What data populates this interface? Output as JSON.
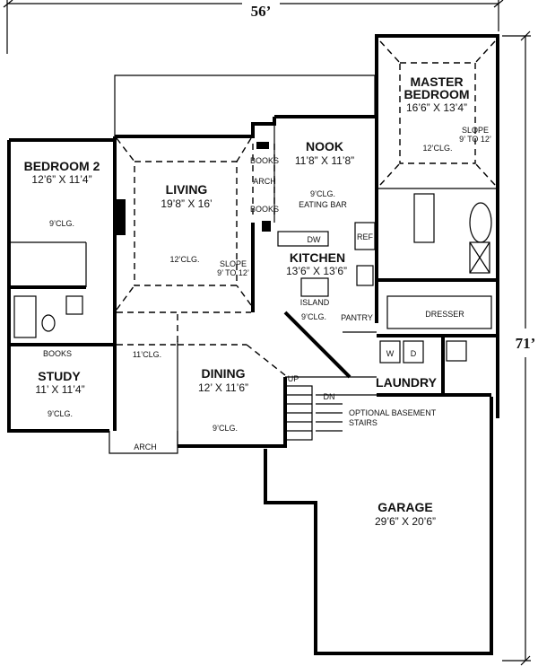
{
  "overall": {
    "width": "56’",
    "depth": "71’"
  },
  "rooms": {
    "master_bedroom": {
      "name_line1": "MASTER",
      "name_line2": "BEDROOM",
      "size": "16’6” X 13’4”",
      "ceiling": "12’CLG.",
      "slope_line1": "SLOPE",
      "slope_line2": "9’ TO 12’"
    },
    "bedroom2": {
      "name": "BEDROOM 2",
      "size": "12’6” X 11’4”",
      "ceiling": "9’CLG."
    },
    "living": {
      "name": "LIVING",
      "size": "19’8” X 16’",
      "ceiling": "12’CLG.",
      "slope_line1": "SLOPE",
      "slope_line2": "9’ TO 12’"
    },
    "nook": {
      "name": "NOOK",
      "size": "11’8” X 11’8”",
      "ceiling": "9’CLG.",
      "eating_bar": "EATING BAR"
    },
    "kitchen": {
      "name": "KITCHEN",
      "size": "13’6” X 13’6”",
      "island": "ISLAND",
      "ceiling": "9’CLG.",
      "pantry": "PANTRY",
      "dw": "DW",
      "ref": "REF"
    },
    "study": {
      "name": "STUDY",
      "size": "11’ X 11’4”",
      "ceiling": "9’CLG.",
      "books": "BOOKS"
    },
    "foyer": {
      "ceiling": "11’CLG.",
      "arch": "ARCH"
    },
    "dining": {
      "name": "DINING",
      "size": "12’ X 11’6”",
      "ceiling": "9’CLG."
    },
    "laundry": {
      "name": "LAUNDRY",
      "washer": "W",
      "dryer": "D"
    },
    "closet": {
      "dresser": "DRESSER"
    },
    "garage": {
      "name": "GARAGE",
      "size": "29’6” X 20’6”"
    },
    "stairs": {
      "up": "UP",
      "down": "DN",
      "basement_line1": "OPTIONAL BASEMENT",
      "basement_line2": "STAIRS"
    },
    "hall": {
      "books_top": "BOOKS",
      "arch": "ARCH",
      "books_bottom": "BOOKS"
    }
  }
}
